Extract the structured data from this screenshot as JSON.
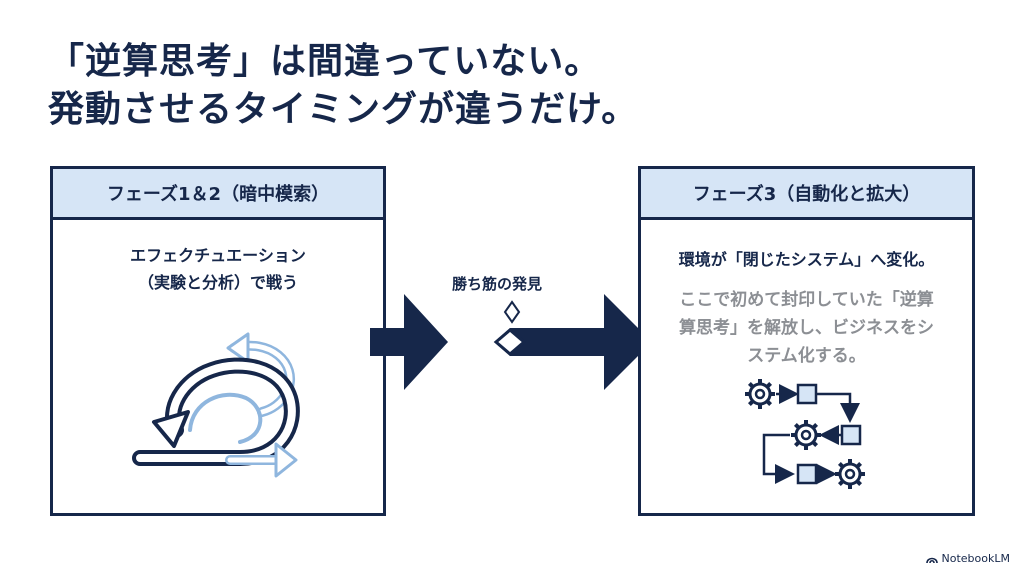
{
  "title": {
    "line1": "「逆算思考」は間違っていない。",
    "line2": "発動させるタイミングが違うだけ。"
  },
  "left_panel": {
    "header": "フェーズ1＆2（暗中模索）",
    "line1": "エフェクチュエーション",
    "line2": "（実験と分析）で戦う",
    "icon": "iterative-cycle-icon"
  },
  "middle": {
    "label": "勝ち筋の発見",
    "icon": "diamond-spark-icon"
  },
  "right_panel": {
    "header": "フェーズ3（自動化と拡大）",
    "headline": "環境が「閉じたシステム」へ変化。",
    "body_line1": "ここで初めて封印していた「逆算",
    "body_line2": "算思考」を解放し、ビジネスをシ",
    "body_line3": "ステム化する。",
    "icon": "workflow-gears-icon"
  },
  "footer": {
    "brand": "NotebookLM",
    "icon": "notebooklm-logo-icon"
  },
  "colors": {
    "navy": "#16274a",
    "light_blue": "#d6e5f6",
    "accent_blue": "#8fb6de",
    "gray_text": "#8c8f94"
  }
}
